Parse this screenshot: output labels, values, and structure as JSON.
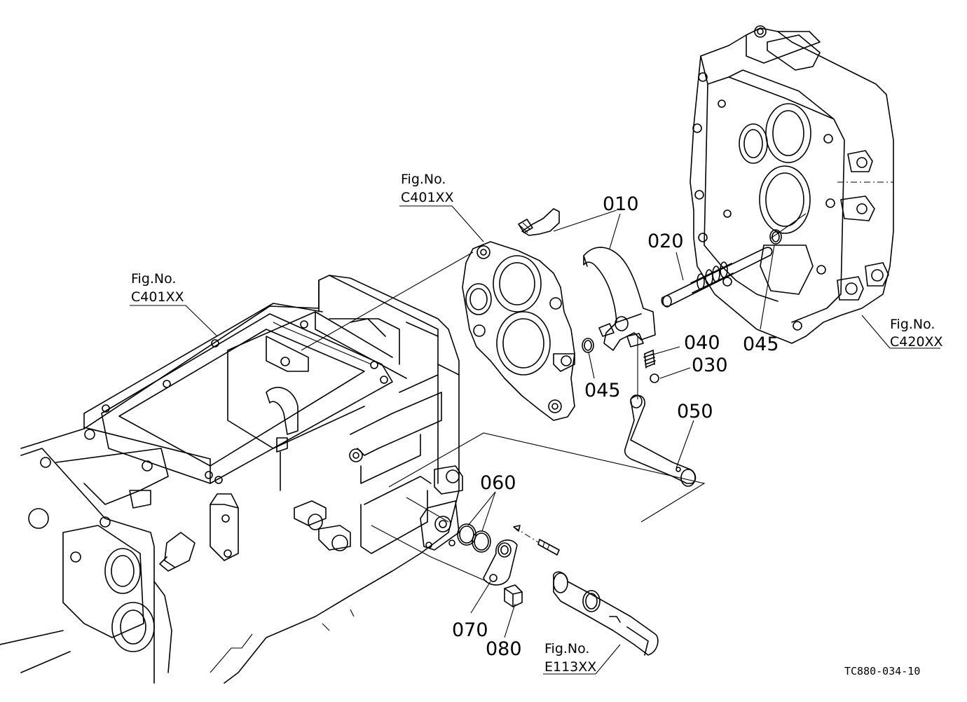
{
  "part_numbers": {
    "p010": "010",
    "p020": "020",
    "p030": "030",
    "p040": "040",
    "p045a": "045",
    "p045b": "045",
    "p050": "050",
    "p060": "060",
    "p070": "070",
    "p080": "080"
  },
  "figure_refs": {
    "ref1": {
      "label": "Fig.No.",
      "code": "C401XX"
    },
    "ref2": {
      "label": "Fig.No.",
      "code": "C401XX"
    },
    "ref3": {
      "label": "Fig.No.",
      "code": "C420XX"
    },
    "ref4": {
      "label": "Fig.No.",
      "code": "E113XX"
    }
  },
  "drawing_code": "TC880-034-10"
}
